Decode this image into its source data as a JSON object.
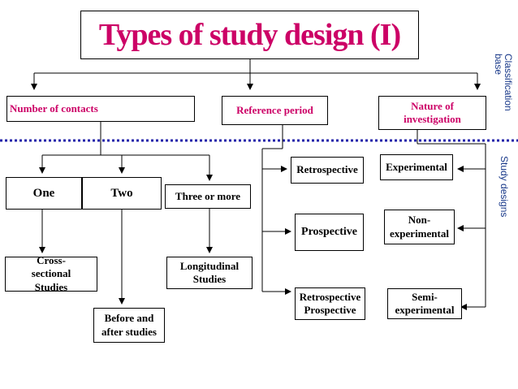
{
  "title": "Types of study design (I)",
  "side_labels": {
    "classification": "Classification base",
    "study_designs": "Study designs"
  },
  "colors": {
    "accent": "#cc0066",
    "divider": "#2222aa",
    "side_text": "#1a3a8a"
  },
  "level1": {
    "contacts": "Number of contacts",
    "reference": "Reference period",
    "nature": "Nature of investigation"
  },
  "contacts": {
    "one": "One",
    "two": "Two",
    "three": "Three or more",
    "cross_sectional": "Cross-sectional Studies",
    "before_after": "Before and after studies",
    "longitudinal": "Longitudinal Studies"
  },
  "reference": {
    "retrospective": "Retrospective",
    "prospective": "Prospective",
    "retro_prospective": "Retrospective Prospective"
  },
  "nature": {
    "experimental": "Experimental",
    "non_experimental": "Non-experimental",
    "semi_experimental": "Semi-experimental"
  }
}
